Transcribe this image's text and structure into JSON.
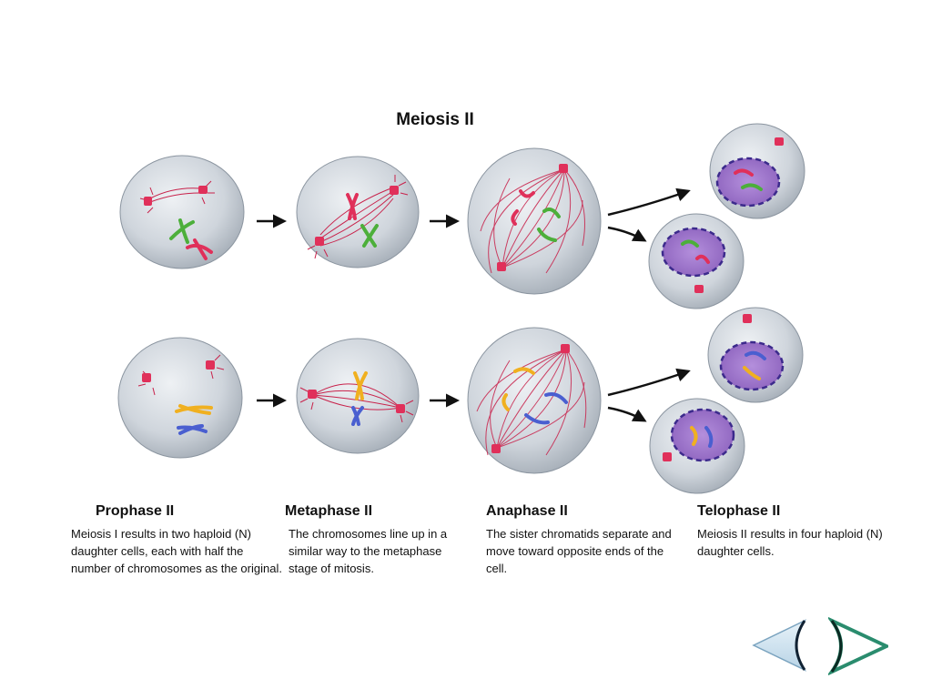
{
  "title": "Meiosis II",
  "phases": [
    {
      "name": "Prophase II",
      "description": "Meiosis I results in two haploid (N) daughter cells, each with half the number of chromosomes as the original."
    },
    {
      "name": "Metaphase II",
      "description": "The chromosomes line up in a similar way to the metaphase stage of mitosis."
    },
    {
      "name": "Anaphase II",
      "description": "The sister chromatids separate and move toward opposite ends of the cell."
    },
    {
      "name": "Telophase II",
      "description": "Meiosis II results in four haploid (N) daughter cells."
    }
  ],
  "colors": {
    "cell_fill": "#c9cfd6",
    "spindle": "#c8224b",
    "nucleus": "#9a6fc6",
    "nuclear_envelope": "#3c2a8c",
    "chromosome_red": "#e0305a",
    "chromosome_green": "#4caf3a",
    "chromosome_yellow": "#f0b020",
    "chromosome_blue": "#4a5fd0",
    "nav_fill": "#cfe3f0"
  },
  "navigation": {
    "prev_icon": "back-arrow-icon",
    "next_icon": "forward-arrow-icon"
  }
}
